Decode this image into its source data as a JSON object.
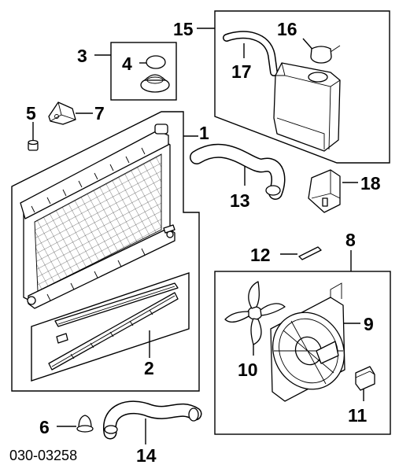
{
  "diagram": {
    "code": "030-03258",
    "callouts": {
      "c1": "1",
      "c2": "2",
      "c3": "3",
      "c4": "4",
      "c5": "5",
      "c6": "6",
      "c7": "7",
      "c8": "8",
      "c9": "9",
      "c10": "10",
      "c11": "11",
      "c12": "12",
      "c13": "13",
      "c14": "14",
      "c15": "15",
      "c16": "16",
      "c17": "17",
      "c18": "18"
    }
  }
}
